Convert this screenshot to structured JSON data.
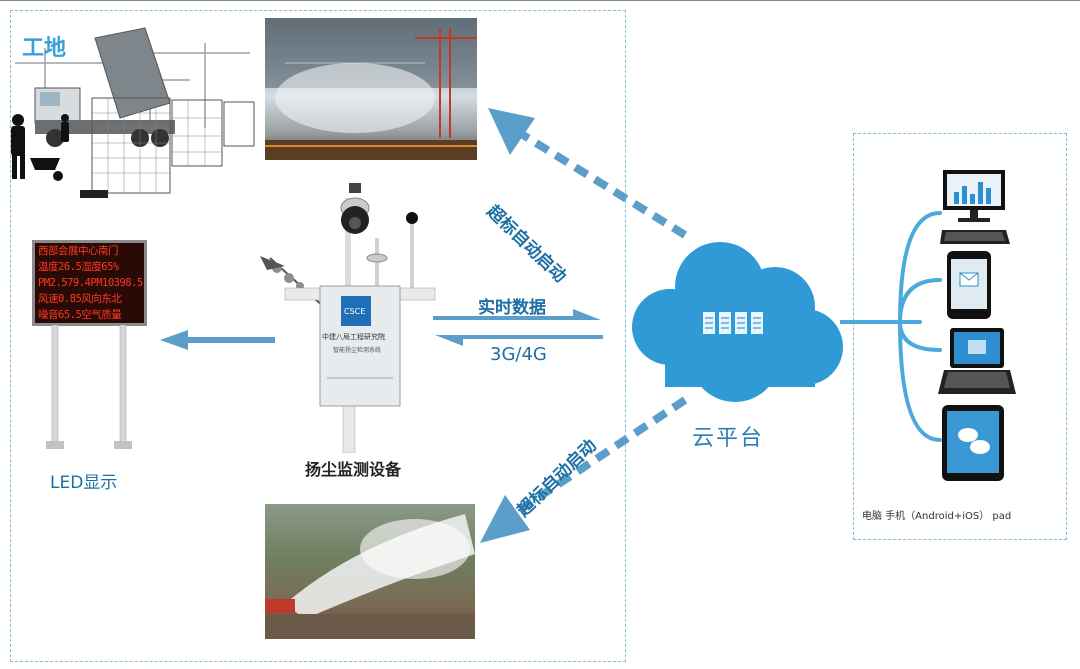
{
  "labels": {
    "site": "工地",
    "cloud": "云平台",
    "led": "LED显示",
    "device": "扬尘监测设备",
    "realtime": "实时数据",
    "network": "3G/4G",
    "auto_top": "超标自动启动",
    "auto_bottom": "超标自动启动",
    "devices": "电脑  手机（Android+iOS） pad"
  },
  "led_rows": [
    "西部会展中心南门",
    "温度26.5湿度65%",
    "PM2.579.4PM10398.5",
    "风速0.85风向东北",
    "噪音65.5空气质量"
  ],
  "device_panel_text": "中建八局工程研究院",
  "device_panel_sub": "智能扬尘检测系统",
  "colors": {
    "accent": "#3a9fd8",
    "cloud": "#2f9ad6",
    "arrow": "#5b9ec9",
    "border": "#7cc0dd"
  },
  "icons": [
    "monitor-chart-icon",
    "phone-mail-icon",
    "laptop-icon",
    "tablet-chat-icon",
    "server-icon"
  ]
}
